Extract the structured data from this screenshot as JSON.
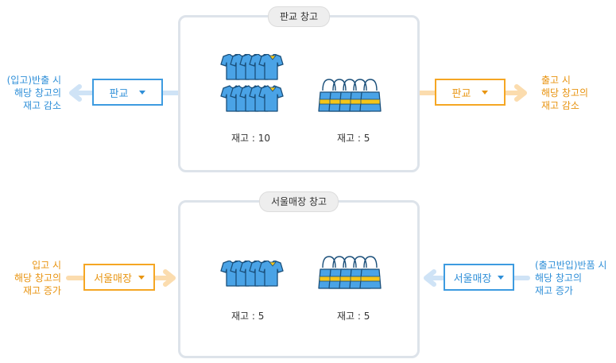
{
  "warehouses": [
    {
      "title": "판교 창고",
      "stock": [
        "재고 : 10",
        "재고 : 5"
      ]
    },
    {
      "title": "서울매장 창고",
      "stock": [
        "재고 : 5",
        "재고 : 5"
      ]
    }
  ],
  "flows": {
    "pangyo_in": {
      "select": "판교",
      "note": [
        "(입고)반출 시",
        "해당 창고의",
        "재고 감소"
      ]
    },
    "pangyo_out": {
      "select": "판교",
      "note": [
        "출고 시",
        "해당 창고의",
        "재고 감소"
      ]
    },
    "seoul_in": {
      "select": "서울매장",
      "note": [
        "입고 시",
        "해당 창고의",
        "재고 증가"
      ]
    },
    "seoul_return": {
      "select": "서울매장",
      "note": [
        "(출고반입)반품 시",
        "해당 창고의",
        "재고 증가"
      ]
    }
  },
  "colors": {
    "blue": "#3d9be0",
    "orange": "#f5a623",
    "light_blue": "#cfe3f6",
    "light_orange": "#fbdcae"
  },
  "icons": {
    "shirt": "shirt-icon",
    "bag": "bag-icon"
  }
}
